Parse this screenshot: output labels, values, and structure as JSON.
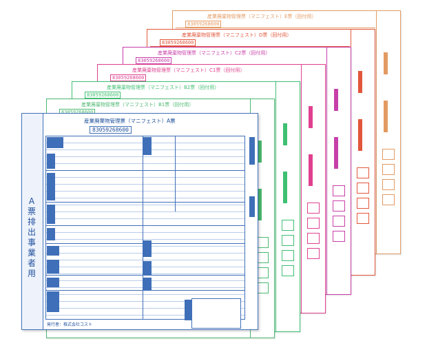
{
  "colors": {
    "A": "#3f6fb8",
    "B1": "#4bb870",
    "B2": "#3fbf72",
    "C1": "#e0408f",
    "C2": "#c83fa8",
    "D": "#e2563a",
    "E": "#e39a62"
  },
  "sheets": [
    {
      "id": "E",
      "color": "#e39a62",
      "light": "#f4d8c4",
      "title": "産業廃棄物管理票（マニフェスト）E票（回付用）",
      "serial": "83059268600"
    },
    {
      "id": "D",
      "color": "#e2563a",
      "light": "#f5c4b7",
      "title": "産業廃棄物管理票（マニフェスト）D票（回付用）",
      "serial": "83059268600"
    },
    {
      "id": "C2",
      "color": "#c83fa8",
      "light": "#eec3e3",
      "title": "産業廃棄物管理票（マニフェスト）C2票（回付用）",
      "serial": "83059268600"
    },
    {
      "id": "C1",
      "color": "#e0408f",
      "light": "#f5c2db",
      "title": "産業廃棄物管理票（マニフェスト）C1票（回付用）",
      "serial": "83059268600"
    },
    {
      "id": "B2",
      "color": "#3fbf72",
      "light": "#c6ebd3",
      "title": "産業廃棄物管理票（マニフェスト）B2票（回付用）",
      "serial": "83059268600"
    },
    {
      "id": "B1",
      "color": "#4bb870",
      "light": "#c9e9d3",
      "title": "産業廃棄物管理票（マニフェスト）B1票（回付用）",
      "serial": "83059268600"
    }
  ],
  "front": {
    "title": "産業廃棄物管理票（マニフェスト）A票",
    "serial": "83059268600",
    "side_label": "A票 排出事業者用",
    "footer": "発行者：株式会社コスト"
  }
}
